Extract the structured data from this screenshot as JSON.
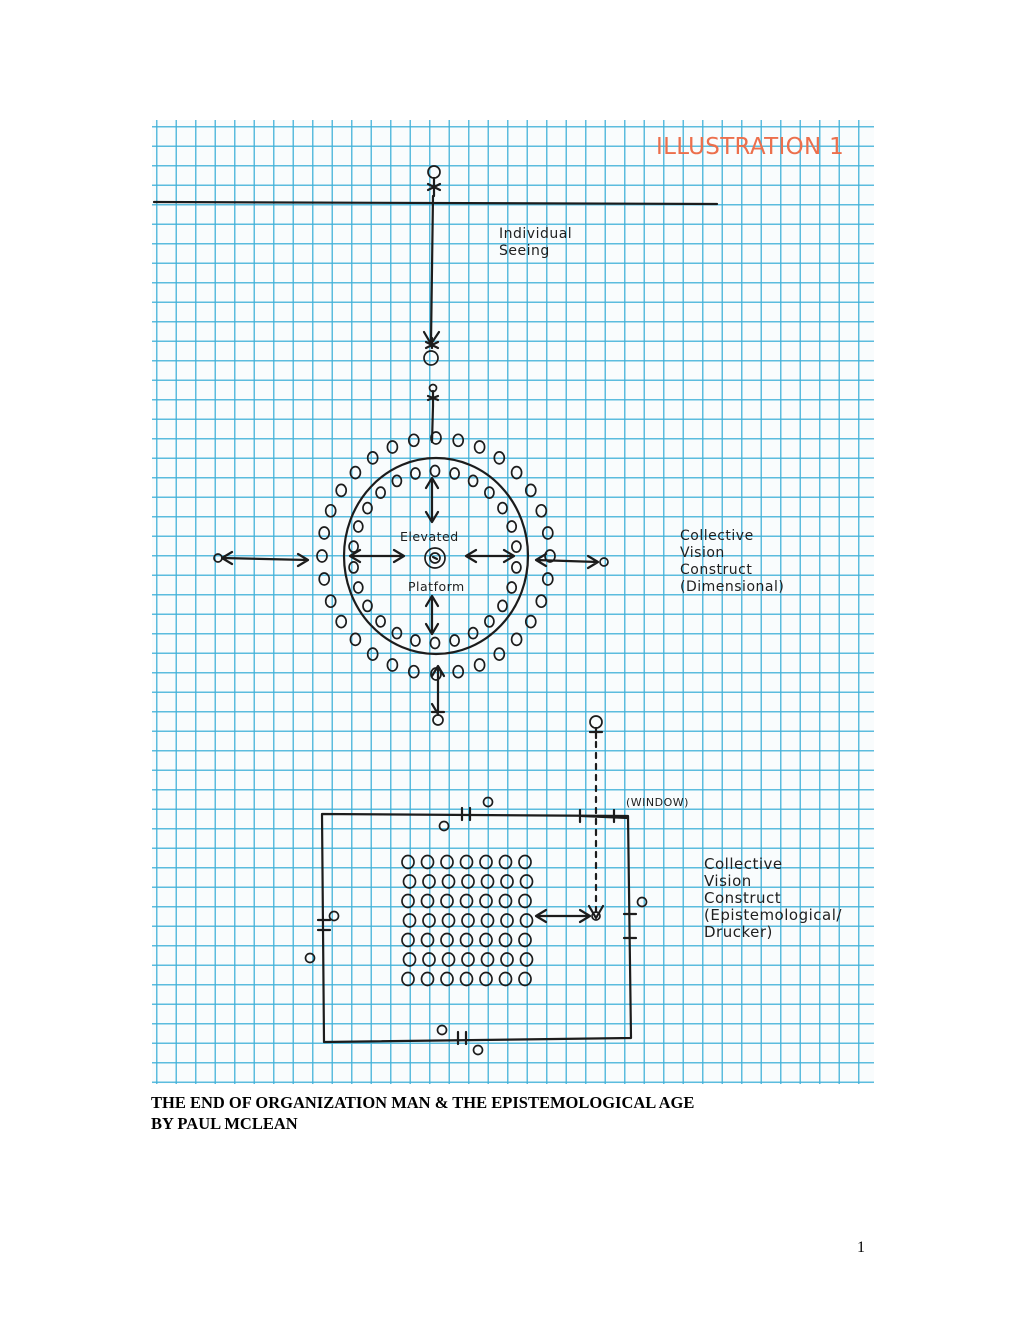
{
  "illustration": {
    "title": "ILLUSTRATION 1",
    "labels": {
      "individual_seeing": [
        "Individual",
        "Seeing"
      ],
      "elevated": "Elevated",
      "platform": "Platform",
      "window": "(WINDOW)",
      "dimensional_construct": [
        "Collective",
        "Vision",
        "Construct",
        "(Dimensional)"
      ],
      "epistemological_construct": [
        "Collective",
        "Vision",
        "Construct",
        "(Epistemological/",
        "Drucker)"
      ]
    }
  },
  "document": {
    "title_line1": "THE END OF ORGANIZATION MAN & THE EPISTEMOLOGICAL AGE",
    "title_line2": "BY PAUL MCLEAN",
    "page_number": "1"
  },
  "colors": {
    "grid_line": "#40b0d8",
    "illustration_title": "#ec6f4c",
    "ink": "#1c1c1c"
  }
}
